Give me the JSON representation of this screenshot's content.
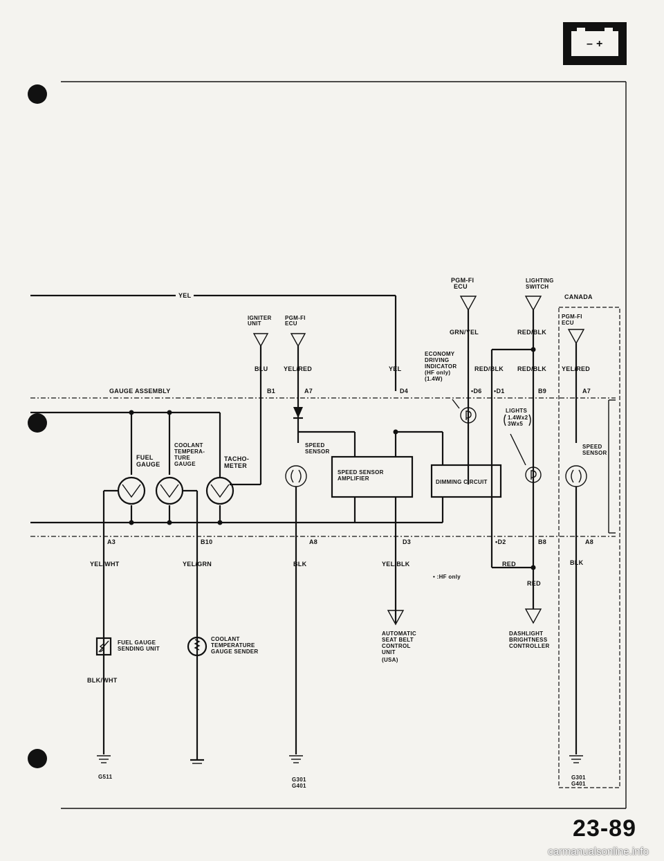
{
  "page_number": "23-89",
  "watermark": "carmanualsonline.info",
  "battery_icon_symbols": "– +",
  "wire_top": "YEL",
  "gauge_assembly": "GAUGE ASSEMBLY",
  "canada": "CANADA",
  "igniter": {
    "l1": "IGNITER",
    "l2": "UNIT",
    "wire": "BLU",
    "pin": "B1"
  },
  "pgmfi_a": {
    "l1": "PGM-FI",
    "l2": "ECU",
    "wire": "YEL/RED",
    "pin": "A7"
  },
  "pgmfi_b": {
    "l1": "PGM-FI",
    "l2": "ECU",
    "wire": "GRN/YEL"
  },
  "lighting_switch": {
    "l1": "LIGHTING",
    "l2": "SWITCH",
    "wire": "RED/BLK"
  },
  "pgmfi_c": {
    "l1": "PGM-FI",
    "l2": "ECU",
    "wire": "YEL/RED",
    "pin_top": "A7",
    "pin_bot": "A8",
    "wire_bot": "BLK"
  },
  "yel_right": "YEL",
  "pin_d4": "D4",
  "economy": {
    "l1": "ECONOMY",
    "l2": "DRIVING",
    "l3": "INDICATOR",
    "l4": "(HF only)",
    "l5": "(1.4W)"
  },
  "red_blk_a": "RED/BLK",
  "red_blk_b": "RED/BLK",
  "pin_d6": "•D6",
  "pin_d1": "•D1",
  "pin_b9": "B9",
  "lights": {
    "l1": "LIGHTS",
    "l2": "1.4Wx2",
    "l3": "3Wx5"
  },
  "fuel_gauge": {
    "l1": "FUEL",
    "l2": "GAUGE"
  },
  "coolant_gauge": {
    "l1": "COOLANT",
    "l2": "TEMPERA-",
    "l3": "TURE",
    "l4": "GAUGE"
  },
  "tachometer": {
    "l1": "TACHO-",
    "l2": "METER"
  },
  "speed_sensor_a": {
    "l1": "SPEED",
    "l2": "SENSOR"
  },
  "speed_sensor_b": {
    "l1": "SPEED",
    "l2": "SENSOR"
  },
  "speed_amp": {
    "l1": "SPEED SENSOR",
    "l2": "AMPLIFIER"
  },
  "dimming": "DIMMING CIRCUIT",
  "bottom_pins": {
    "a3": "A3",
    "b10": "B10",
    "a8": "A8",
    "d3": "D3",
    "d2": "•D2",
    "b8": "B8"
  },
  "wires_bottom": {
    "yel_wht": "YEL/WHT",
    "yel_grn": "YEL/GRN",
    "blk": "BLK",
    "yel_blk": "YEL/BLK",
    "red_a": "RED",
    "red_b": "RED",
    "blk_wht": "BLK/WHT"
  },
  "hf_only": "• :HF only",
  "fuel_sender": {
    "l1": "FUEL GAUGE",
    "l2": "SENDING UNIT"
  },
  "coolant_sender": {
    "l1": "COOLANT",
    "l2": "TEMPERATURE",
    "l3": "GAUGE SENDER"
  },
  "seat_belt": {
    "l1": "AUTOMATIC",
    "l2": "SEAT BELT",
    "l3": "CONTROL",
    "l4": "UNIT",
    "l5": "(USA)"
  },
  "dash_ctrl": {
    "l1": "DASHLIGHT",
    "l2": "BRIGHTNESS",
    "l3": "CONTROLLER"
  },
  "grounds": {
    "g511": "G511",
    "g301a": "G301",
    "g401a": "G401",
    "g301b": "G301",
    "g401b": "G401"
  }
}
